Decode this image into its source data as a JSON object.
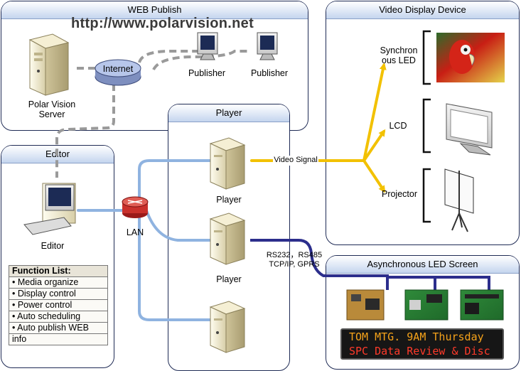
{
  "panels": {
    "web_publish": "WEB Publish",
    "video_display": "Video Display Device",
    "player": "Player",
    "editor": "Editor",
    "async_led": "Asynchronous LED Screen"
  },
  "url": "http://www.polarvision.net",
  "nodes": {
    "server": [
      "Polar Vision",
      "Server"
    ],
    "internet": "Internet",
    "publisher_1": "Publisher",
    "publisher_2": "Publisher",
    "player_1": "Player",
    "player_2": "Player",
    "lan": "LAN",
    "editor": "Editor",
    "sync_led": [
      "Synchron",
      "ous LED"
    ],
    "lcd": "LCD",
    "projector": "Projector"
  },
  "connections": {
    "video_signal": "Video Signal",
    "serial": [
      "RS232，RS485",
      "TCP/IP, GPRS"
    ]
  },
  "function_list": {
    "title": "Function List:",
    "items": [
      "• Media organize",
      "• Display control",
      "• Power control",
      "• Auto scheduling",
      "• Auto publish WEB",
      "info"
    ]
  },
  "led_screen": {
    "line1": "TOM MTG. 9AM Thursday",
    "line2": "SPC Data Review & Disc"
  },
  "colors": {
    "panel_border": "#1f2b55",
    "video_signal": "#f2c100",
    "lan_cable": "#8fb3e0",
    "serial_cable": "#2c2e8c",
    "internet_dash": "#9a9a9a"
  }
}
